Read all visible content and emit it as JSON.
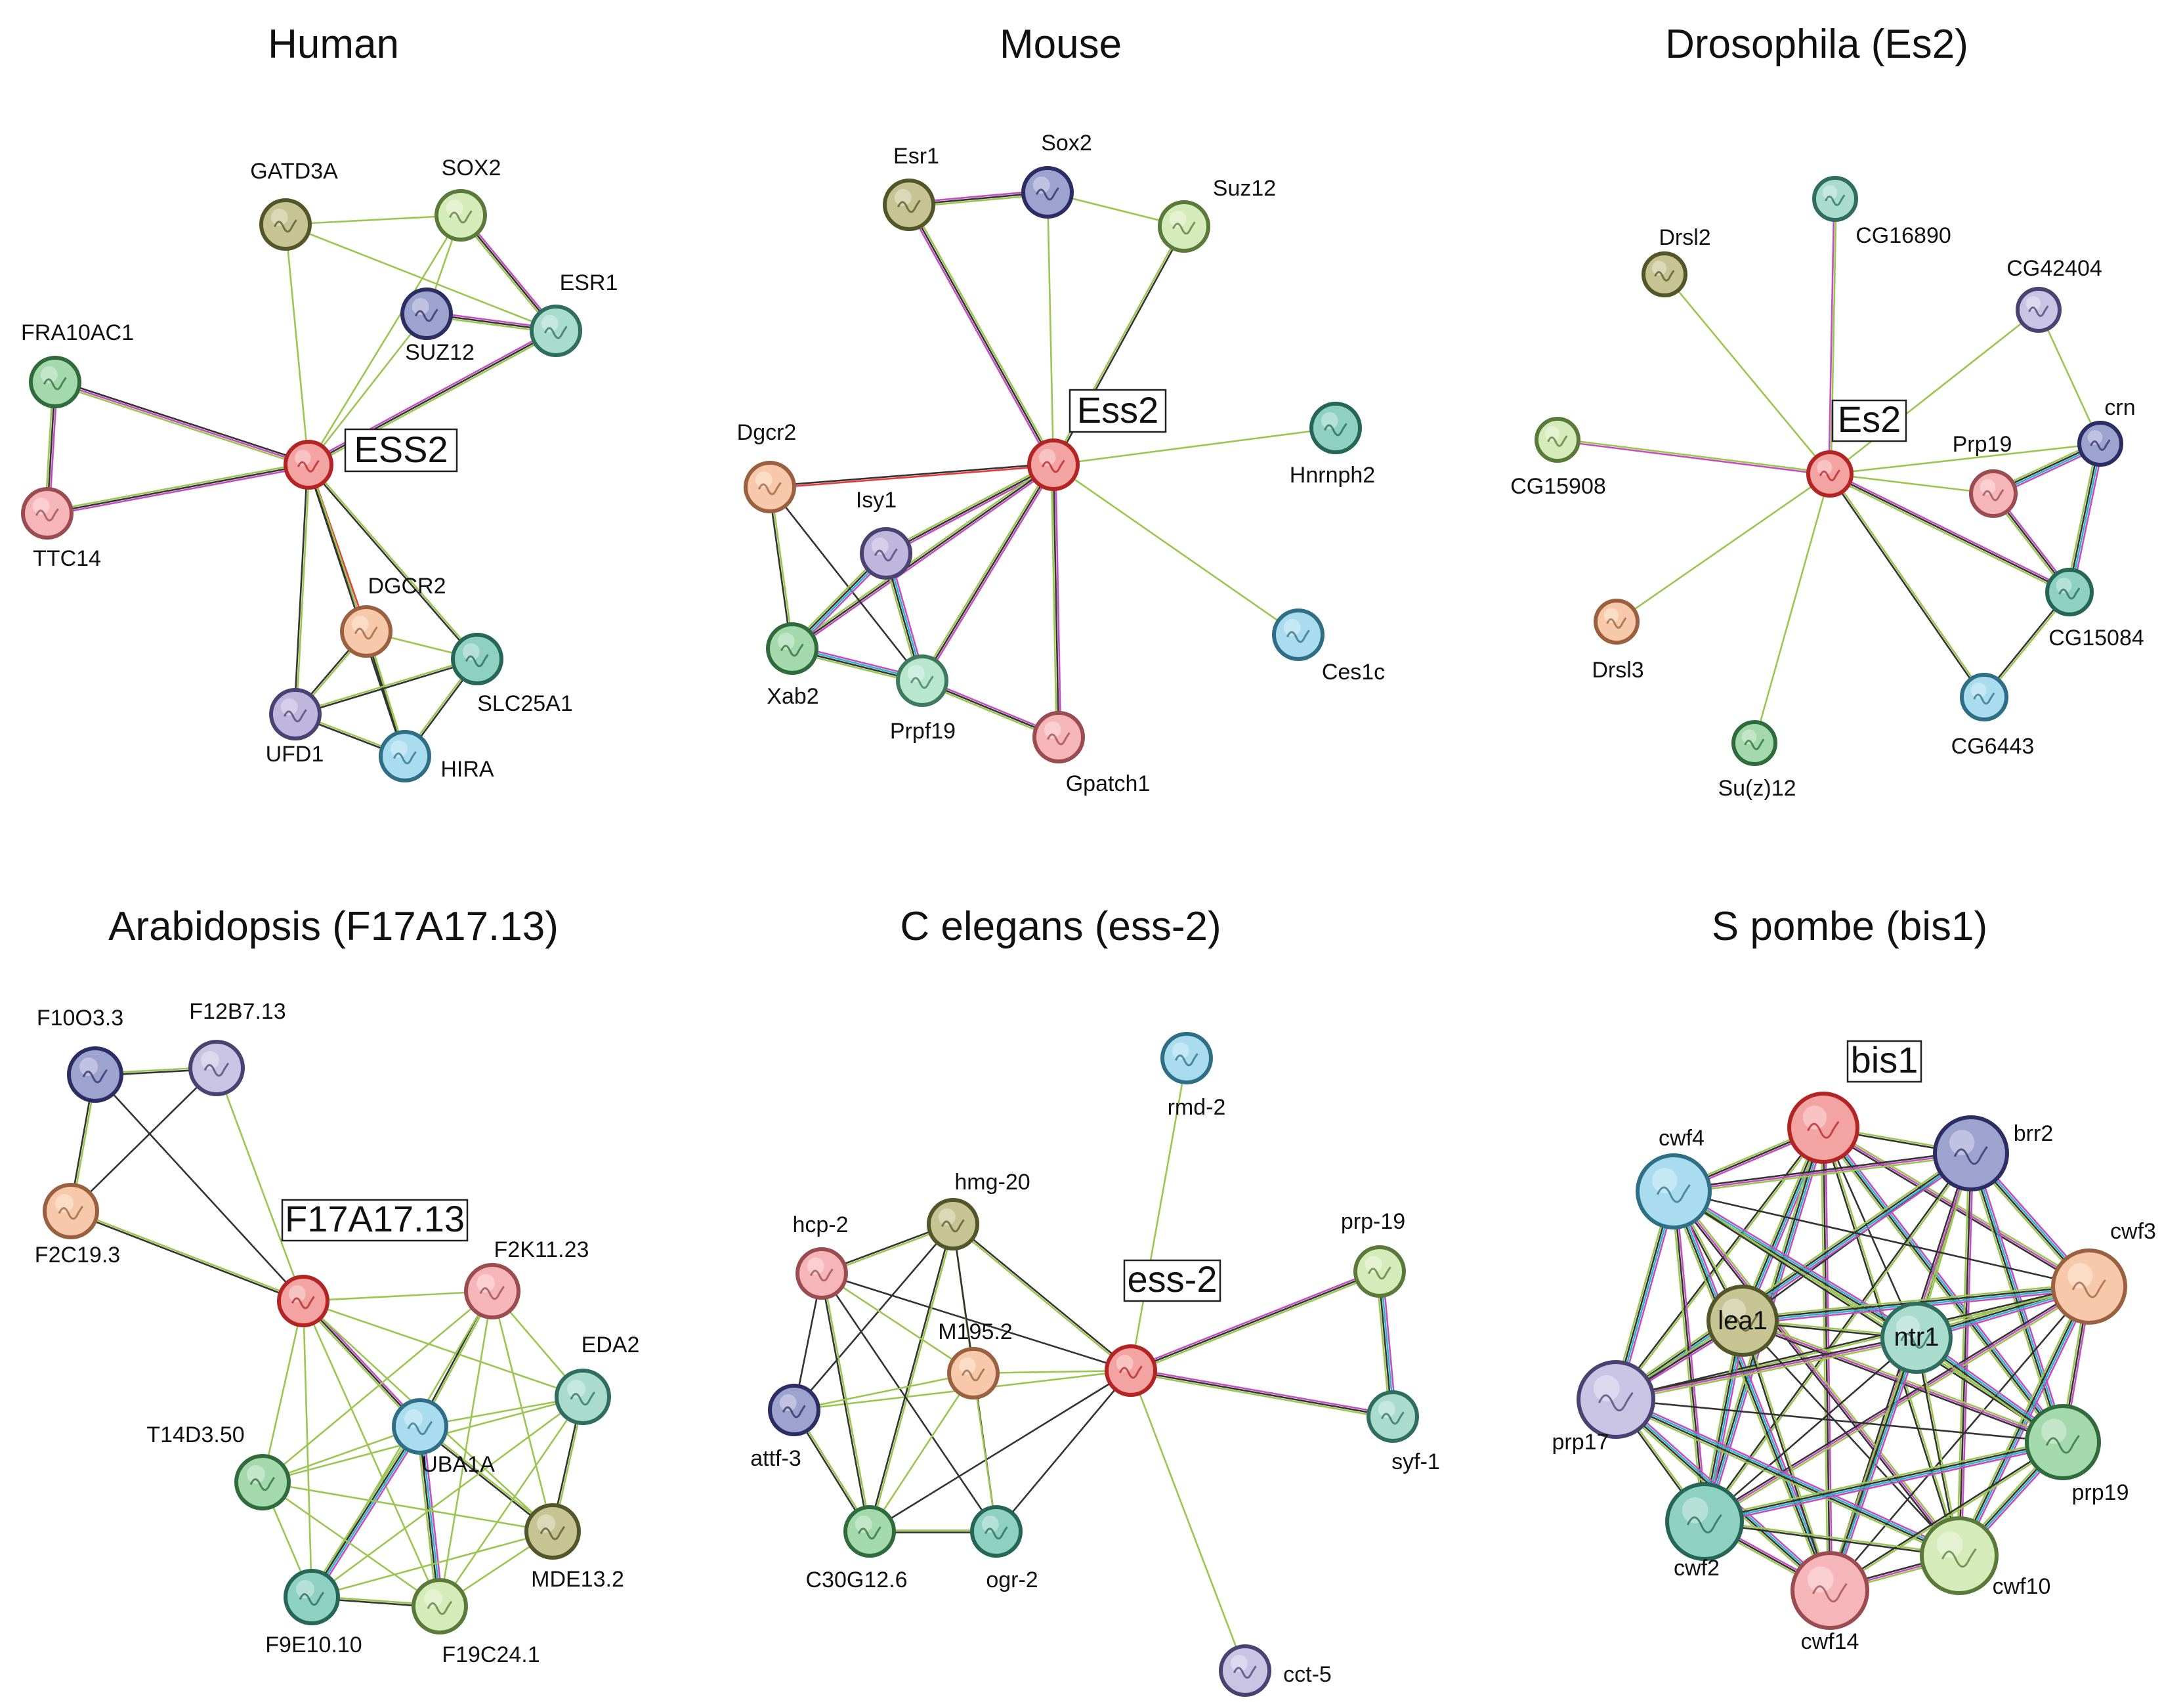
{
  "figure": {
    "panels": [
      {
        "id": "human",
        "title": "Human",
        "query": "ESS2",
        "nodes": [
          {
            "label": "ESS2",
            "query": true,
            "color": "#f4a3a3",
            "border": "#b32424"
          },
          {
            "label": "GATD3A",
            "color": "#c7c493",
            "border": "#55552a"
          },
          {
            "label": "SOX2",
            "color": "#d6ebba",
            "border": "#5a7a3a"
          },
          {
            "label": "SUZ12",
            "color": "#9da2cf",
            "border": "#2b2d63"
          },
          {
            "label": "ESR1",
            "color": "#a9dccc",
            "border": "#2f6e5f"
          },
          {
            "label": "FRA10AC1",
            "color": "#a3d9ad",
            "border": "#2f6b3b"
          },
          {
            "label": "TTC14",
            "color": "#f6b5b9",
            "border": "#9a4c50"
          },
          {
            "label": "DGCR2",
            "color": "#f7c9aa",
            "border": "#9a6040"
          },
          {
            "label": "SLC25A1",
            "color": "#8fd1c0",
            "border": "#256656"
          },
          {
            "label": "UFD1",
            "color": "#bfb6dd",
            "border": "#4a4270"
          },
          {
            "label": "HIRA",
            "color": "#a8dcee",
            "border": "#2f6f86"
          }
        ]
      },
      {
        "id": "mouse",
        "title": "Mouse",
        "query": "Ess2",
        "nodes": [
          {
            "label": "Ess2",
            "query": true,
            "color": "#f4a3a3",
            "border": "#b32424"
          },
          {
            "label": "Esr1",
            "color": "#c7c493",
            "border": "#55552a"
          },
          {
            "label": "Sox2",
            "color": "#9da2cf",
            "border": "#2b2d63"
          },
          {
            "label": "Suz12",
            "color": "#d6ebba",
            "border": "#5a7a3a"
          },
          {
            "label": "Hnrnph2",
            "color": "#8fd1c0",
            "border": "#256656"
          },
          {
            "label": "Dgcr2",
            "color": "#f7c9aa",
            "border": "#9a6040"
          },
          {
            "label": "Isy1",
            "color": "#bfb6dd",
            "border": "#4a4270"
          },
          {
            "label": "Xab2",
            "color": "#a3d9ad",
            "border": "#2f6b3b"
          },
          {
            "label": "Prpf19",
            "color": "#b9e6cf",
            "border": "#3f7a5e"
          },
          {
            "label": "Gpatch1",
            "color": "#f6b5b9",
            "border": "#9a4c50"
          },
          {
            "label": "Ces1c",
            "color": "#a8dcee",
            "border": "#2f6f86"
          }
        ]
      },
      {
        "id": "drosophila",
        "title": "Drosophila (Es2)",
        "query": "Es2",
        "nodes": [
          {
            "label": "Es2",
            "query": true,
            "color": "#f4a3a3",
            "border": "#b32424"
          },
          {
            "label": "Drsl2",
            "color": "#c7c493",
            "border": "#55552a"
          },
          {
            "label": "CG16890",
            "color": "#a9dccc",
            "border": "#2f6e5f"
          },
          {
            "label": "CG42404",
            "color": "#c9c4e4",
            "border": "#4a4270"
          },
          {
            "label": "crn",
            "color": "#9da2cf",
            "border": "#2b2d63"
          },
          {
            "label": "Prp19",
            "color": "#f6b5b9",
            "border": "#9a4c50"
          },
          {
            "label": "CG15908",
            "color": "#d6ebba",
            "border": "#5a7a3a"
          },
          {
            "label": "CG15084",
            "color": "#8fd1c0",
            "border": "#256656"
          },
          {
            "label": "Drsl3",
            "color": "#f7c9aa",
            "border": "#9a6040"
          },
          {
            "label": "CG6443",
            "color": "#a8dcee",
            "border": "#2f6f86"
          },
          {
            "label": "Su(z)12",
            "color": "#a3d9ad",
            "border": "#2f6b3b"
          }
        ]
      },
      {
        "id": "arabidopsis",
        "title": "Arabidopsis (F17A17.13)",
        "query": "F17A17.13",
        "nodes": [
          {
            "label": "F17A17.13",
            "query": true,
            "color": "#f4a3a3",
            "border": "#b32424"
          },
          {
            "label": "F10O3.3",
            "color": "#9da2cf",
            "border": "#2b2d63"
          },
          {
            "label": "F12B7.13",
            "color": "#c9c4e4",
            "border": "#4a4270"
          },
          {
            "label": "F2C19.3",
            "color": "#f7c9aa",
            "border": "#9a6040"
          },
          {
            "label": "F2K11.23",
            "color": "#f6b5b9",
            "border": "#9a4c50"
          },
          {
            "label": "EDA2",
            "color": "#a9dccc",
            "border": "#2f6e5f"
          },
          {
            "label": "UBA1A",
            "color": "#a8dcee",
            "border": "#2f6f86"
          },
          {
            "label": "T14D3.50",
            "color": "#a3d9ad",
            "border": "#2f6b3b"
          },
          {
            "label": "MDE13.2",
            "color": "#c7c493",
            "border": "#55552a"
          },
          {
            "label": "F9E10.10",
            "color": "#8fd1c0",
            "border": "#256656"
          },
          {
            "label": "F19C24.1",
            "color": "#d6ebba",
            "border": "#5a7a3a"
          }
        ]
      },
      {
        "id": "celegans",
        "title": "C elegans (ess-2)",
        "query": "ess-2",
        "nodes": [
          {
            "label": "ess-2",
            "query": true,
            "color": "#f4a3a3",
            "border": "#b32424"
          },
          {
            "label": "rmd-2",
            "color": "#a8dcee",
            "border": "#2f6f86"
          },
          {
            "label": "hmg-20",
            "color": "#c7c493",
            "border": "#55552a"
          },
          {
            "label": "hcp-2",
            "color": "#f6b5b9",
            "border": "#9a4c50"
          },
          {
            "label": "M195.2",
            "color": "#f7c9aa",
            "border": "#9a6040"
          },
          {
            "label": "prp-19",
            "color": "#d6ebba",
            "border": "#5a7a3a"
          },
          {
            "label": "attf-3",
            "color": "#9da2cf",
            "border": "#2b2d63"
          },
          {
            "label": "syf-1",
            "color": "#a9dccc",
            "border": "#2f6e5f"
          },
          {
            "label": "C30G12.6",
            "color": "#a3d9ad",
            "border": "#2f6b3b"
          },
          {
            "label": "ogr-2",
            "color": "#8fd1c0",
            "border": "#256656"
          },
          {
            "label": "cct-5",
            "color": "#c9c4e4",
            "border": "#4a4270"
          }
        ]
      },
      {
        "id": "spombe",
        "title": "S pombe (bis1)",
        "query": "bis1",
        "nodes": [
          {
            "label": "bis1",
            "query": true,
            "color": "#f4a3a3",
            "border": "#b32424"
          },
          {
            "label": "brr2",
            "color": "#9da2cf",
            "border": "#2b2d63"
          },
          {
            "label": "cwf4",
            "color": "#a8dcee",
            "border": "#2f6f86"
          },
          {
            "label": "cwf3",
            "color": "#f7c9aa",
            "border": "#9a6040"
          },
          {
            "label": "lea1",
            "color": "#c7c493",
            "border": "#55552a"
          },
          {
            "label": "ntr1",
            "color": "#a9dccc",
            "border": "#2f6e5f"
          },
          {
            "label": "prp17",
            "color": "#c9c4e4",
            "border": "#4a4270"
          },
          {
            "label": "prp19",
            "color": "#a3d9ad",
            "border": "#2f6b3b"
          },
          {
            "label": "cwf2",
            "color": "#8fd1c0",
            "border": "#256656"
          },
          {
            "label": "cwf10",
            "color": "#d6ebba",
            "border": "#5a7a3a"
          },
          {
            "label": "cwf14",
            "color": "#f6b5b9",
            "border": "#9a4c50"
          }
        ]
      }
    ]
  }
}
